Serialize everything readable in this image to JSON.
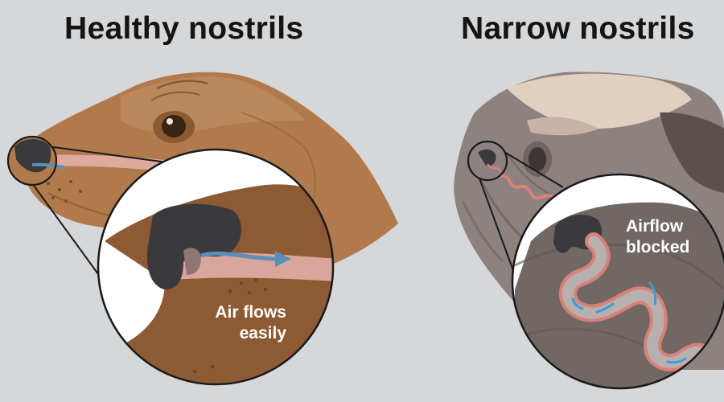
{
  "panels": {
    "healthy": {
      "title": "Healthy nostrils",
      "callout": [
        "Air flows",
        "easily"
      ]
    },
    "narrow": {
      "title": "Narrow nostrils",
      "callout": [
        "Airflow",
        "blocked"
      ]
    }
  },
  "colors": {
    "background": "#d6d7d8",
    "dog_coat": "#b07a4c",
    "dog_coat_light": "#c4926a",
    "muzzle_zoom": "#8e5a33",
    "nose": "#3a3a3c",
    "airway_pink": "#e7b3ad",
    "airflow_blue": "#5b8fb8",
    "pug_fawn": "#e1cfc0",
    "pug_gray": "#8d8280",
    "pug_mask": "#6e6460",
    "zoom_dark": "#716764",
    "airway_outline": "#d98078",
    "airway_channel": "#b7b0ae",
    "airflow_dash_blue": "#3b9ad8"
  }
}
